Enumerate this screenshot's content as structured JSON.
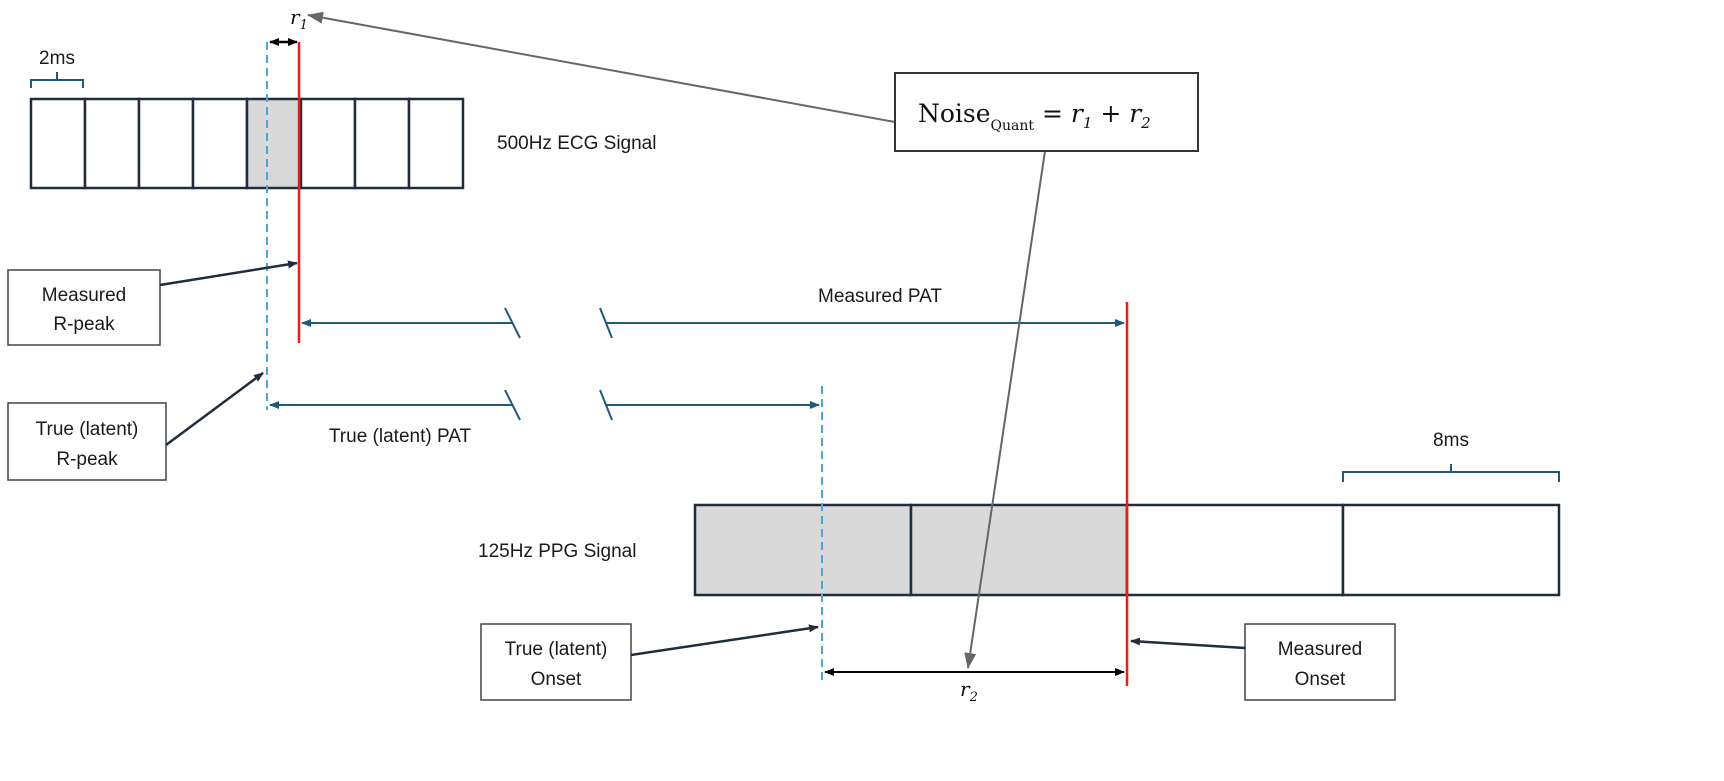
{
  "colors": {
    "measured": "#ee1c1c",
    "latent": "#4aa8d8",
    "arrow": "#1f5a7a",
    "fill": "#d9d9d9",
    "box": "#1f2d3d"
  },
  "ecg": {
    "label": "500Hz ECG Signal",
    "interval": "2ms",
    "samples": 8,
    "shaded_sample": 5
  },
  "ppg": {
    "label": "125Hz PPG Signal",
    "interval": "8ms",
    "samples": 4,
    "shaded_samples": [
      1,
      2
    ]
  },
  "annotations": {
    "r1": "r",
    "r1_sub": "1",
    "r2": "r",
    "r2_sub": "2",
    "measured_pat": "Measured PAT",
    "true_pat": "True (latent) PAT",
    "measured_rpeak": [
      "Measured",
      "R-peak"
    ],
    "true_rpeak": [
      "True (latent)",
      "R-peak"
    ],
    "true_onset": [
      "True (latent)",
      "Onset"
    ],
    "measured_onset": [
      "Measured",
      "Onset"
    ]
  },
  "equation": {
    "lhs": "Noise",
    "lhs_sub": "Quant",
    "eq": " = ",
    "t1": "r",
    "t1_sub": "1",
    "plus": " + ",
    "t2": "r",
    "t2_sub": "2"
  }
}
